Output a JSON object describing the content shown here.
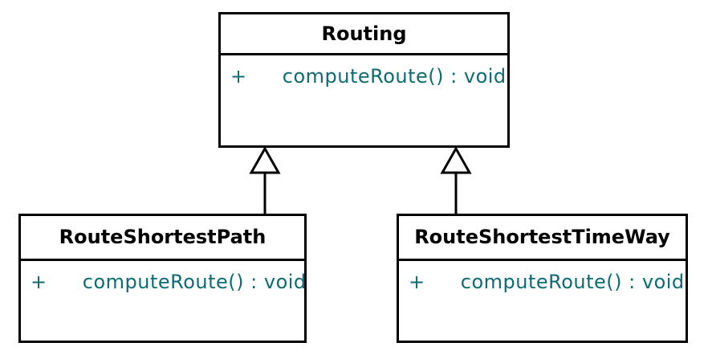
{
  "diagram": {
    "kind": "uml-class-diagram",
    "background_color": "#ffffff",
    "colors": {
      "border": "#000000",
      "class_name_text": "#000000",
      "method_text": "#0d6b74"
    },
    "classes": [
      {
        "name": "Routing",
        "methods": [
          {
            "visibility": "+",
            "signature": "computeRoute() : void"
          }
        ]
      },
      {
        "name": "RouteShortestPath",
        "methods": [
          {
            "visibility": "+",
            "signature": "computeRoute() : void"
          }
        ]
      },
      {
        "name": "RouteShortestTimeWay",
        "methods": [
          {
            "visibility": "+",
            "signature": "computeRoute() : void"
          }
        ]
      }
    ],
    "relationships": [
      {
        "type": "generalization",
        "from": "RouteShortestPath",
        "to": "Routing"
      },
      {
        "type": "generalization",
        "from": "RouteShortestTimeWay",
        "to": "Routing"
      }
    ]
  }
}
